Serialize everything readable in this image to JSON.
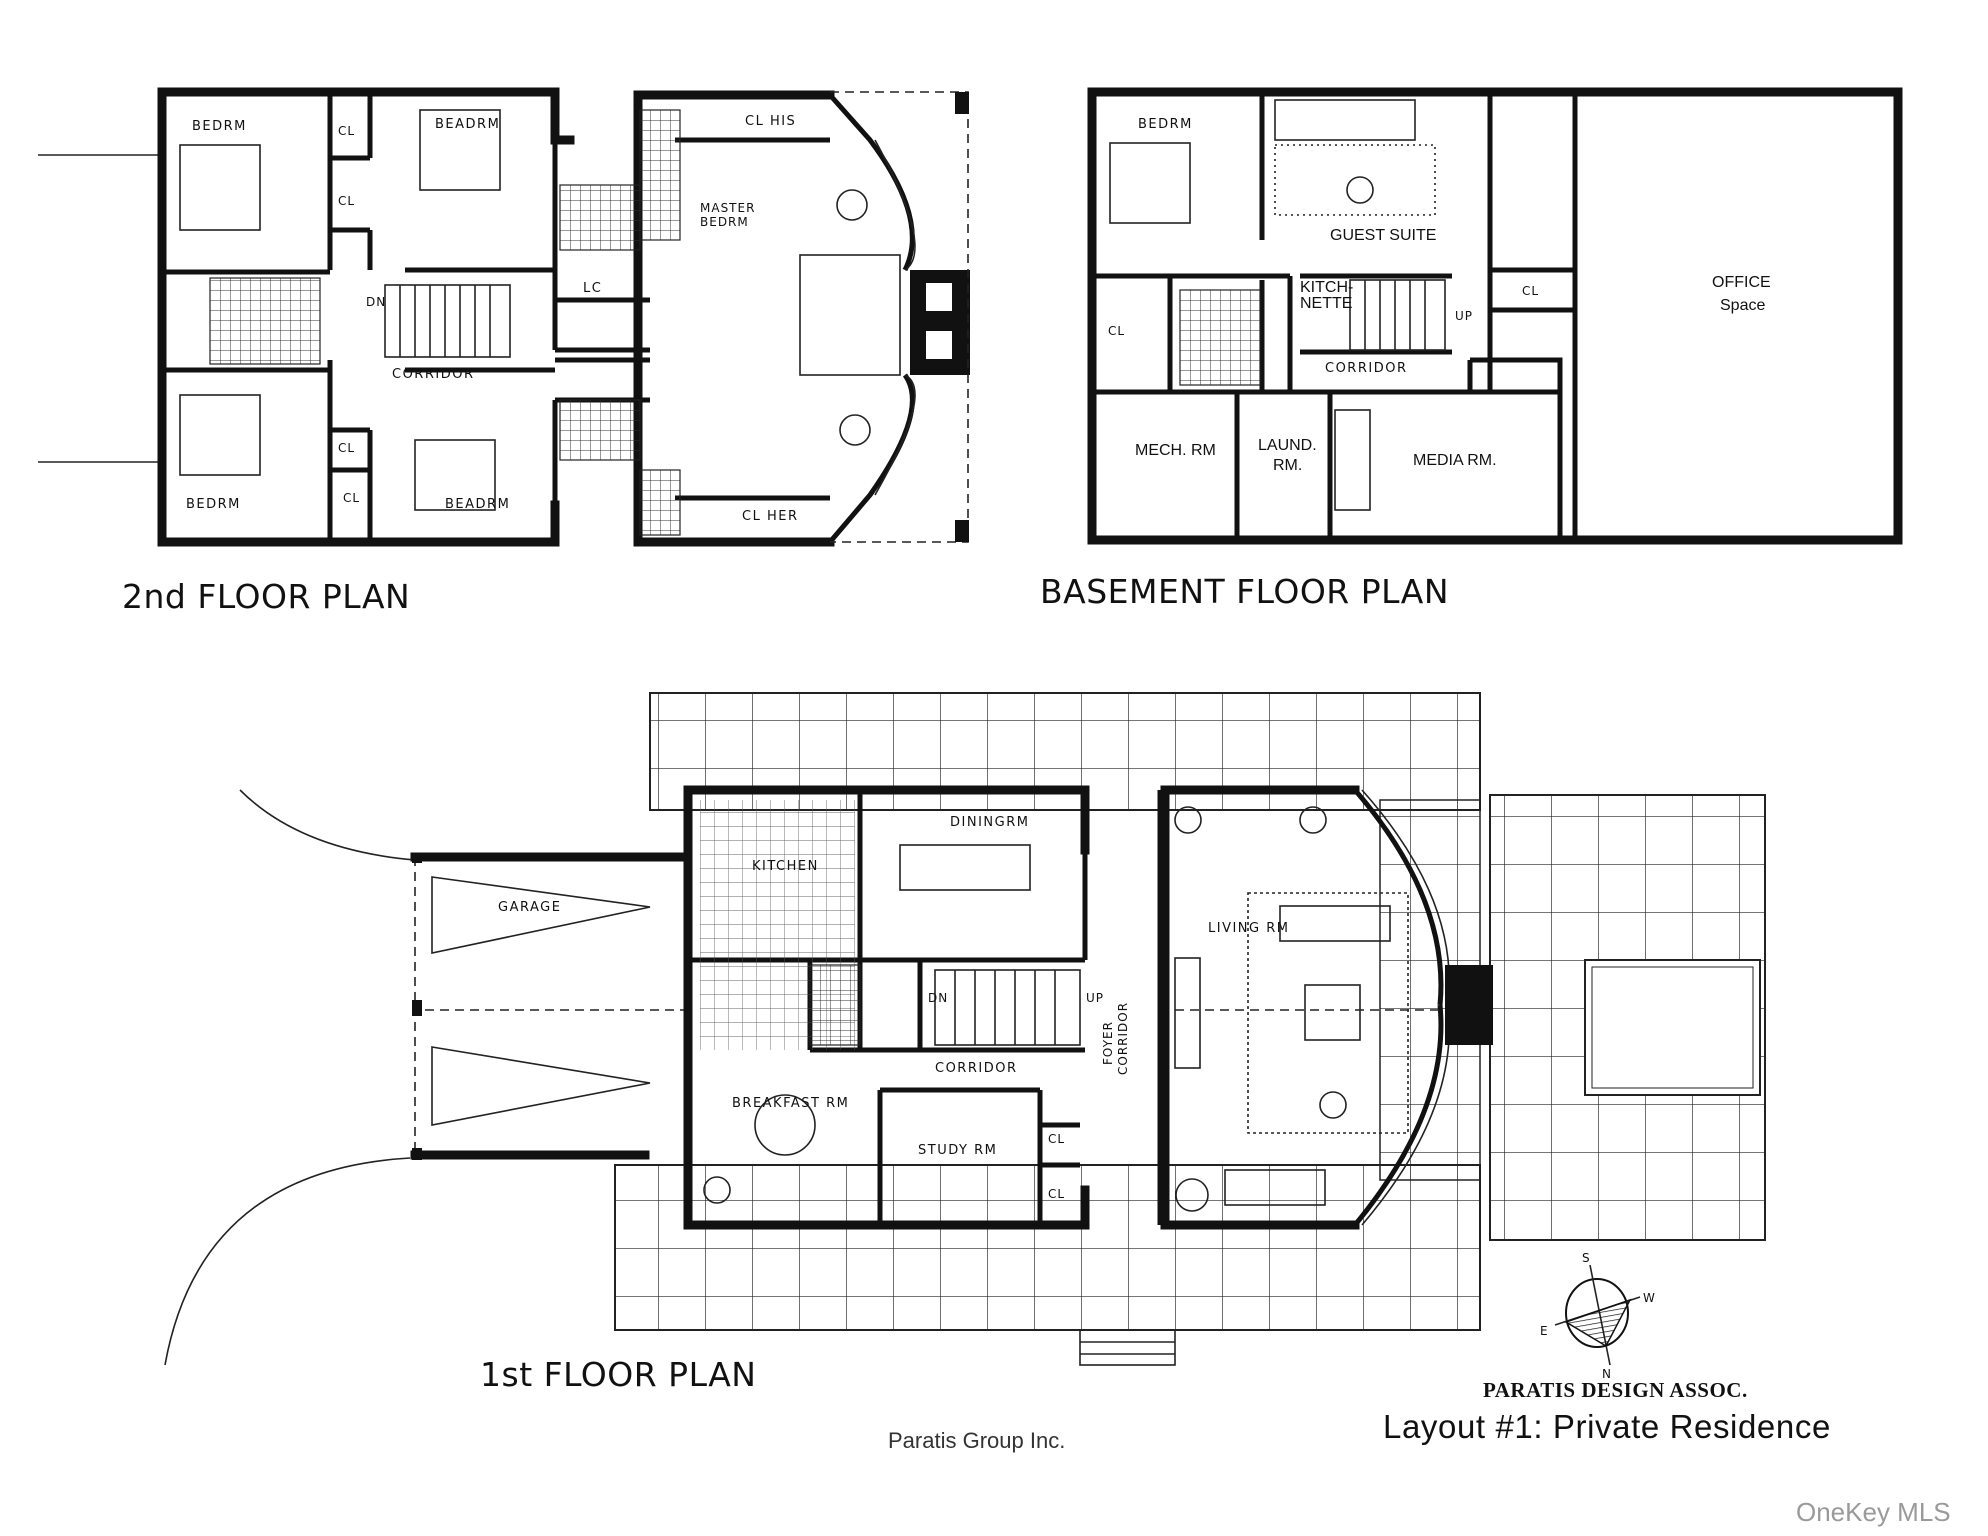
{
  "document": {
    "title": "Layout #1: Private Residence",
    "designer": "PARATIS DESIGN ASSOC.",
    "credit": "Paratis Group Inc.",
    "watermark": "OneKey MLS"
  },
  "plans": {
    "second_floor": {
      "caption": "2nd FLOOR PLAN",
      "rooms": {
        "bedroom_nw": "BEDRM",
        "bedroom_n": "BEADRM",
        "bedroom_sw": "BEDRM",
        "bedroom_s": "BEADRM",
        "master": "MASTER BEDRM",
        "master_line1": "MASTER",
        "master_line2": "BEDRM",
        "closet_his": "CL HIS",
        "closet_her": "CL HER",
        "linen_closet": "LC",
        "closet": "CL",
        "corridor": "CORRIDOR",
        "stair_dn": "DN"
      }
    },
    "basement": {
      "caption": "BASEMENT FLOOR PLAN",
      "rooms": {
        "bedroom": "BEDRM",
        "guest_suite": "GUEST SUITE",
        "kitchenette_line1": "KITCH-",
        "kitchenette_line2": "NETTE",
        "closet": "CL",
        "corridor": "CORRIDOR",
        "stair_up": "UP",
        "mech": "MECH. RM",
        "laund_line1": "LAUND.",
        "laund_line2": "RM.",
        "media": "MEDIA RM.",
        "office_line1": "OFFICE",
        "office_line2": "Space"
      }
    },
    "first_floor": {
      "caption": "1st FLOOR PLAN",
      "rooms": {
        "garage": "GARAGE",
        "kitchen": "KITCHEN",
        "dining": "DININGRM",
        "breakfast": "BREAKFAST RM",
        "study": "STUDY RM",
        "corridor": "CORRIDOR",
        "foyer_line1": "FOYER",
        "foyer_line2": "CORRIDOR",
        "living": "LIVING RM",
        "closet": "CL",
        "stair_dn": "DN",
        "stair_up": "UP"
      }
    }
  },
  "compass": {
    "north": "N",
    "south": "S",
    "east": "E",
    "west": "W"
  }
}
